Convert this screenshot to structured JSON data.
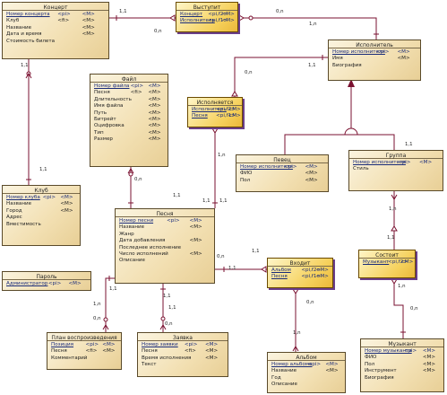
{
  "entities": {
    "kontsert": {
      "title": "Концерт",
      "rows": [
        {
          "n": "Номер концерта",
          "t": "<pi>",
          "m": "<M>",
          "pk": true
        },
        {
          "n": "Клуб",
          "t": "<fi>",
          "m": "<M>"
        },
        {
          "n": "Название",
          "t": "",
          "m": "<M>"
        },
        {
          "n": "Дата и время",
          "t": "",
          "m": "<M>"
        },
        {
          "n": "Стоимость билета",
          "t": "",
          "m": ""
        }
      ]
    },
    "vystupit": {
      "title": "Выступит",
      "rows": [
        {
          "n": "Концерт",
          "t": "<pi,f2>",
          "m": "<M>",
          "pk": true
        },
        {
          "n": "Исполнитель",
          "t": "<pi,f1>",
          "m": "<M>",
          "pk": true
        }
      ]
    },
    "ispolnitel": {
      "title": "Исполнитель",
      "rows": [
        {
          "n": "Номер исполнителя",
          "t": "<pi>",
          "m": "<M>",
          "pk": true
        },
        {
          "n": "Имя",
          "t": "",
          "m": "<M>"
        },
        {
          "n": "Биография",
          "t": "",
          "m": ""
        }
      ]
    },
    "fayl": {
      "title": "Файл",
      "rows": [
        {
          "n": "Номер файла",
          "t": "<pi>",
          "m": "<M>",
          "pk": true
        },
        {
          "n": "Песня",
          "t": "<fi>",
          "m": "<M>"
        },
        {
          "n": "Длительность",
          "t": "",
          "m": "<M>"
        },
        {
          "n": "Имя файла",
          "t": "",
          "m": "<M>"
        },
        {
          "n": "Путь",
          "t": "",
          "m": "<M>"
        },
        {
          "n": "Битрейт",
          "t": "",
          "m": "<M>"
        },
        {
          "n": "Оцифровка",
          "t": "",
          "m": "<M>"
        },
        {
          "n": "Тип",
          "t": "",
          "m": "<M>"
        },
        {
          "n": "Размер",
          "t": "",
          "m": "<M>"
        }
      ]
    },
    "ispolnyaetsya": {
      "title": "Исполняется",
      "rows": [
        {
          "n": "Исполнитель",
          "t": "<pi,f2>",
          "m": "<M>",
          "pk": true
        },
        {
          "n": "Песня",
          "t": "<pi,f1>",
          "m": "<M>",
          "pk": true
        }
      ]
    },
    "pevets": {
      "title": "Певец",
      "rows": [
        {
          "n": "Номер исполнителя",
          "t": "<pi>",
          "m": "<M>",
          "pk": true
        },
        {
          "n": "ФИО",
          "t": "",
          "m": "<M>"
        },
        {
          "n": "Пол",
          "t": "",
          "m": "<M>"
        }
      ]
    },
    "gruppa": {
      "title": "Группа",
      "rows": [
        {
          "n": "Номер исполнителя",
          "t": "<pi>",
          "m": "<M>",
          "pk": true
        },
        {
          "n": "Стиль",
          "t": "",
          "m": ""
        }
      ]
    },
    "klub": {
      "title": "Клуб",
      "rows": [
        {
          "n": "Номер клуба",
          "t": "<pi>",
          "m": "<M>",
          "pk": true
        },
        {
          "n": "Название",
          "t": "",
          "m": "<M>"
        },
        {
          "n": "Город",
          "t": "",
          "m": "<M>"
        },
        {
          "n": "Адрес",
          "t": "",
          "m": ""
        },
        {
          "n": "Вместимость",
          "t": "",
          "m": ""
        }
      ]
    },
    "pesnya": {
      "title": "Песня",
      "rows": [
        {
          "n": "Номер песни",
          "t": "<pi>",
          "m": "<M>",
          "pk": true
        },
        {
          "n": "Название",
          "t": "",
          "m": "<M>"
        },
        {
          "n": "Жанр",
          "t": "",
          "m": ""
        },
        {
          "n": "Дата добавления",
          "t": "",
          "m": "<M>"
        },
        {
          "n": "Последнее исполнение",
          "t": "",
          "m": ""
        },
        {
          "n": "Число исполнений",
          "t": "",
          "m": "<M>"
        },
        {
          "n": "Описание",
          "t": "",
          "m": ""
        }
      ]
    },
    "parol": {
      "title": "Пароль",
      "rows": [
        {
          "n": "Администратор",
          "t": "<pi>",
          "m": "<M>",
          "pk": true
        }
      ]
    },
    "vkhodit": {
      "title": "Входит",
      "rows": [
        {
          "n": "Альбом",
          "t": "<pi,f2>",
          "m": "<M>",
          "pk": true
        },
        {
          "n": "Песня",
          "t": "<pi,f1>",
          "m": "<M>",
          "pk": true
        }
      ]
    },
    "sostoit": {
      "title": "Состоит",
      "rows": [
        {
          "n": "Музыкант",
          "t": "<pi,f2>",
          "m": "<M>",
          "pk": true
        }
      ]
    },
    "plan": {
      "title": "План воспроизведения",
      "rows": [
        {
          "n": "Позиция",
          "t": "<pi>",
          "m": "<M>",
          "pk": true
        },
        {
          "n": "Песня",
          "t": "<fi>",
          "m": "<M>"
        },
        {
          "n": "Комментарий",
          "t": "",
          "m": ""
        }
      ]
    },
    "zayavka": {
      "title": "Заявка",
      "rows": [
        {
          "n": "Номер заявки",
          "t": "<pi>",
          "m": "<M>",
          "pk": true
        },
        {
          "n": "Песня",
          "t": "<fi>",
          "m": "<M>"
        },
        {
          "n": "Время исполнения",
          "t": "",
          "m": "<M>"
        },
        {
          "n": "Текст",
          "t": "",
          "m": ""
        }
      ]
    },
    "albom": {
      "title": "Альбом",
      "rows": [
        {
          "n": "Номер альбома",
          "t": "<pi>",
          "m": "<M>",
          "pk": true
        },
        {
          "n": "Название",
          "t": "",
          "m": "<M>"
        },
        {
          "n": "Год",
          "t": "",
          "m": ""
        },
        {
          "n": "Описание",
          "t": "",
          "m": ""
        }
      ]
    },
    "muzykant": {
      "title": "Музыкант",
      "rows": [
        {
          "n": "Номер музыканта",
          "t": "<pi>",
          "m": "<M>",
          "pk": true
        },
        {
          "n": "ФИО",
          "t": "",
          "m": "<M>"
        },
        {
          "n": "Пол",
          "t": "",
          "m": "<M>"
        },
        {
          "n": "Инструмент",
          "t": "",
          "m": "<M>"
        },
        {
          "n": "Биография",
          "t": "",
          "m": ""
        }
      ]
    }
  },
  "cardinalities": [
    "1,1",
    "0,n",
    "1,n",
    "0,n",
    "1,1",
    "1,1",
    "0,n",
    "1,n",
    "0,n",
    "1,1",
    "1,n",
    "1,1",
    "1,1",
    "0,n",
    "1,1",
    "1,1",
    "0,n",
    "1,n",
    "0,n",
    "1,n",
    "1,n",
    "1,1",
    "0,n",
    "1,1",
    "1,1",
    "1,1",
    "1,1",
    "1,1",
    "0,n"
  ],
  "colors": {
    "line": "#7a1030",
    "assocShadow": "#6a3e8a",
    "inherit": "#7a1030"
  }
}
